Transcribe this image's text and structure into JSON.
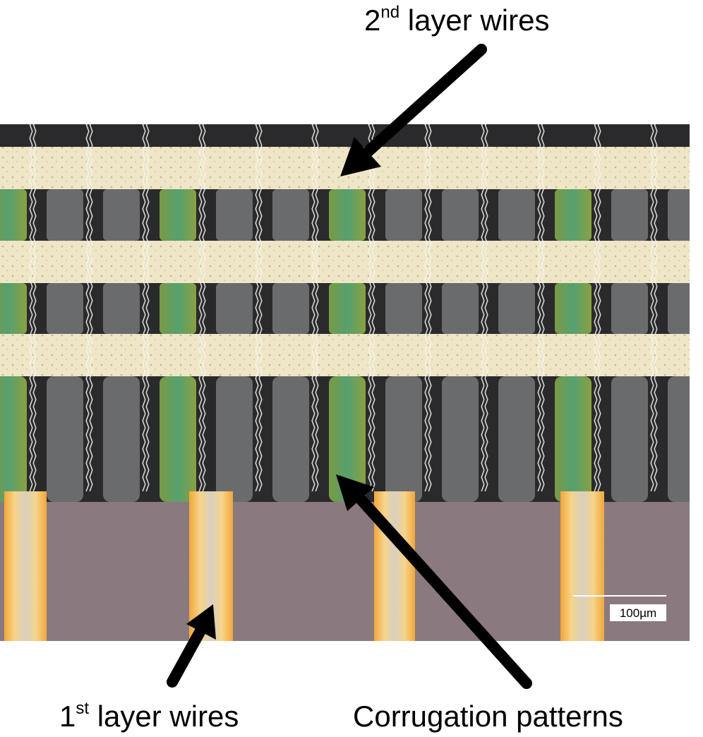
{
  "labels": {
    "second_layer": {
      "base": "2",
      "sup": "nd",
      "text": " layer wires"
    },
    "first_layer": {
      "base": "1",
      "sup": "st",
      "text": " layer wires"
    },
    "corrugation": {
      "text": "Corrugation patterns"
    }
  },
  "scale_bar": {
    "text": "100µm"
  },
  "colors": {
    "substrate": "#8a7a80",
    "square": "#eee6c6",
    "dark_wire": "#6a6b6d",
    "green_wire": "#5c9a5c",
    "orange_edge": "#e8a030",
    "arrow": "#000000"
  }
}
